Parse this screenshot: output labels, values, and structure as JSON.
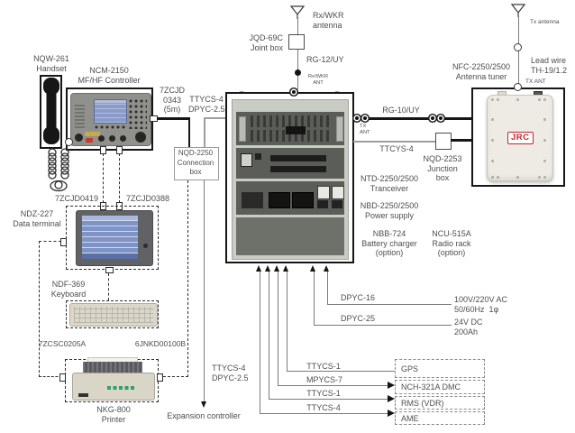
{
  "colors": {
    "accent_red": "#c4272e",
    "text_gray": "#4d4e50",
    "line_gray": "#9d9ea0",
    "line_black": "#161616"
  },
  "antennas": {
    "rx_l1": "Rx/WKR",
    "rx_l2": "antenna",
    "tx": "Tx antenna"
  },
  "devices": {
    "handset": {
      "l1": "NQW-261",
      "l2": "Handset"
    },
    "controller": {
      "l1": "NCM-2150",
      "l2": "MF/HF Controller"
    },
    "joint_box": {
      "l1": "JQD-69C",
      "l2": "Joint box"
    },
    "connection_box": {
      "l1": "NQD-2250",
      "l2": "Connection",
      "l3": "box"
    },
    "junction_box": {
      "l1": "NQD-2253",
      "l2": "Junction",
      "l3": "box"
    },
    "tuner": {
      "l1": "NFC-2250/2500",
      "l2": "Antenna tuner",
      "logo": "JRC"
    },
    "transceiver": {
      "l1": "NTD-2250/2500",
      "l2": "Tranceiver"
    },
    "power_supply": {
      "l1": "NBD-2250/2500",
      "l2": "Power supply"
    },
    "battery_charger": {
      "l1": "NBB-724",
      "l2": "Battery charger",
      "l3": "(option)"
    },
    "radio_rack": {
      "l1": "NCU-515A",
      "l2": "Radio rack",
      "l3": "(option)"
    },
    "data_terminal": {
      "l1": "NDZ-227",
      "l2": "Data terminal"
    },
    "keyboard": {
      "l1": "NDF-369",
      "l2": "Keyboard"
    },
    "printer": {
      "l1": "NKG-800",
      "l2": "Printer"
    }
  },
  "ports": {
    "rx_ant_l1": "Rx/WKR",
    "rx_ant_l2": "ANT",
    "tx_ant_rack_l1": "TX",
    "tx_ant_rack_l2": "ANT",
    "tx_ant_tuner": "TX ANT"
  },
  "cables": {
    "rg12": "RG-12/UY",
    "lead_l1": "Lead wire",
    "lead_l2": "TH-19/1.2",
    "rg10": "RG-10/UY",
    "ttcys4": "TTCYS-4",
    "c0343_l1": "7ZCJD",
    "c0343_l2": "0343",
    "c0343_l3": "(5m)",
    "ttycs4_top_l1": "TTYCS-4",
    "ttycs4_top_l2": "DPYC-2.5",
    "c0419": "7ZCJD0419",
    "c0388": "7ZCJD0388",
    "c0205a": "7ZCSC0205A",
    "c00100b": "6JNKD00100B",
    "ttycs4_bot_l1": "TTYCS-4",
    "ttycs4_bot_l2": "DPYC-2.5",
    "dpyc16": "DPYC-16",
    "dpyc25": "DPYC-25",
    "ttycs1_gps": "TTYCS-1",
    "mpycs7": "MPYCS-7",
    "ttycs1_rms": "TTYCS-1",
    "ttycs4_ame": "TTYCS-4"
  },
  "power": {
    "ac_l1": "100V/220V AC",
    "ac_l2": "50/60Hz  1φ",
    "dc_l1": "24V DC",
    "dc_l2": "200Ah"
  },
  "external": {
    "gps": "GPS",
    "dmc": "NCH-321A DMC",
    "rms": "RMS (VDR)",
    "ame": "AME",
    "expansion": "Expansion controller"
  }
}
